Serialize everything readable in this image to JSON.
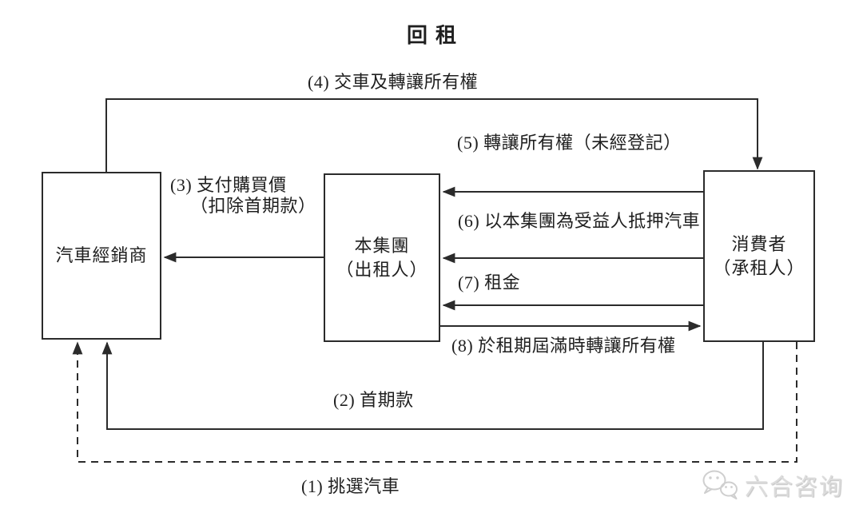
{
  "title": "回租",
  "nodes": {
    "dealer": {
      "label": "汽車經銷商"
    },
    "group": {
      "line1": "本集團",
      "line2": "（出租人）"
    },
    "consumer": {
      "line1": "消費者",
      "line2": "（承租人）"
    }
  },
  "edges": [
    {
      "label": "(1) 挑選汽車",
      "from": "consumer",
      "to": "dealer",
      "style": "dashed"
    },
    {
      "label": "(2) 首期款",
      "from": "consumer",
      "to": "dealer",
      "style": "solid"
    },
    {
      "label": "(3) 支付購買價",
      "label2": "（扣除首期款）",
      "from": "group",
      "to": "dealer",
      "style": "solid"
    },
    {
      "label": "(4) 交車及轉讓所有權",
      "from": "dealer",
      "to": "consumer",
      "style": "solid"
    },
    {
      "label": "(5) 轉讓所有權（未經登記）",
      "from": "consumer",
      "to": "group",
      "style": "solid"
    },
    {
      "label": "(6) 以本集團為受益人抵押汽車",
      "from": "consumer",
      "to": "group",
      "style": "solid"
    },
    {
      "label": "(7) 租金",
      "from": "consumer",
      "to": "group",
      "style": "solid"
    },
    {
      "label": "(8) 於租期屆滿時轉讓所有權",
      "from": "group",
      "to": "consumer",
      "style": "solid"
    }
  ],
  "watermark": {
    "label": "六合咨询",
    "icon": "wechat-chat-bubbles-icon"
  },
  "colors": {
    "line": "#2b2b2b",
    "text": "#1f1f1f",
    "background": "#ffffff",
    "watermark": "#dcdcdc"
  }
}
